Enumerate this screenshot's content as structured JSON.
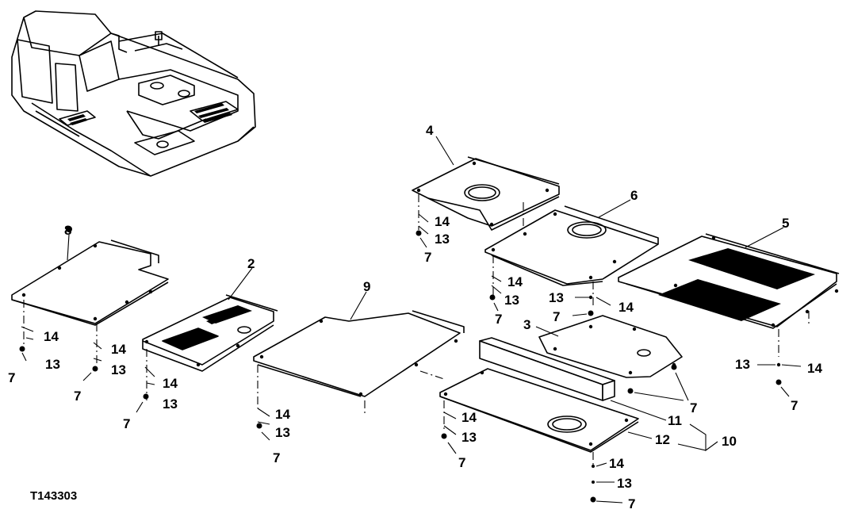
{
  "figure_id": "T143303",
  "labels": {
    "p8": "8",
    "p2": "2",
    "p9": "9",
    "p4": "4",
    "p6": "6",
    "p5": "5",
    "p3": "3",
    "p11": "11",
    "p12": "12",
    "p10": "10",
    "a14_1": "14",
    "a13_1": "13",
    "a7_1": "7",
    "b14_1": "14",
    "b13_1": "13",
    "b7_1": "7",
    "c14_1": "14",
    "c13_1": "13",
    "c7_1": "7",
    "d14_1": "14",
    "d13_1": "13",
    "d7_1": "7",
    "e14_1": "14",
    "e13_1": "13",
    "e7_1": "7",
    "f14_1": "14",
    "f13_1": "13",
    "f7_1": "7",
    "g13_1": "13",
    "g14_1": "14",
    "g7_1": "7",
    "h13_1": "13",
    "h14_1": "14",
    "h7_1": "7",
    "i7_1": "7",
    "j14_1": "14",
    "j13_1": "13",
    "j7_1": "7",
    "k14_1": "14",
    "k13_1": "13",
    "k7_1": "7"
  }
}
